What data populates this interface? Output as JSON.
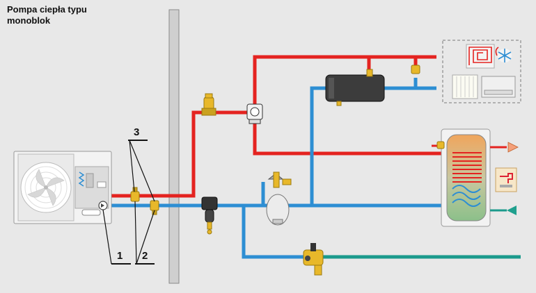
{
  "title": "Pompa ciepła typu monoblok",
  "labels": {
    "one": "1",
    "two": "2",
    "three": "3"
  },
  "colors": {
    "background": "#e8e8e8",
    "supply_pipe": "#e42320",
    "return_pipe": "#2d8ed3",
    "cold_water_pipe": "#1b9a8c",
    "wall": "#cfcfcf",
    "brass": "#e8b82a",
    "hot_arrow": "#f4a07a",
    "cold_arrow": "#1fa08e"
  },
  "icons": [
    "heat-pump-fan-icon",
    "dirt-separator-icon",
    "pump-icon",
    "magnetic-filter-icon",
    "expansion-vessel-icon",
    "buffer-tank-icon",
    "dhw-cylinder-icon",
    "floor-heating-icon",
    "radiator-icon",
    "fan-coil-icon",
    "hot-water-tap-icon",
    "filling-valve-icon"
  ]
}
